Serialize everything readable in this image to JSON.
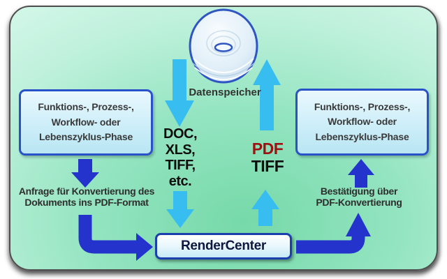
{
  "colors": {
    "arrow_cyan": "#38bdf0",
    "arrow_blue": "#2333cb",
    "box_border": "#2a52c8",
    "disc_border": "#2f55c2",
    "disc_hole_fill": "#f2f9ff",
    "pdf_red": "#9c1212",
    "render_border": "#1c3fae",
    "background_green": "#76d9a9",
    "background_edge": "#d9f8ec"
  },
  "datastore": {
    "label": "Datenspeicher"
  },
  "left_box": {
    "lines": [
      "Funktions-, Prozess-,",
      "Workflow- oder",
      "Lebenszyklus-Phase"
    ]
  },
  "right_box": {
    "lines": [
      "Funktions-, Prozess-,",
      "Workflow- oder",
      "Lebenszyklus-Phase"
    ]
  },
  "formats_in": {
    "lines": [
      "DOC,",
      "XLS,",
      "TIFF,",
      "etc."
    ]
  },
  "formats_out": {
    "pdf": "PDF",
    "tiff": "TIFF"
  },
  "request_label": {
    "lines": [
      "Anfrage für Konvertierung des",
      "Dokuments ins PDF-Format"
    ]
  },
  "confirmation_label": {
    "lines": [
      "Bestätigung über",
      "PDF-Konvertierung"
    ]
  },
  "render_center": {
    "label": "RenderCenter"
  }
}
